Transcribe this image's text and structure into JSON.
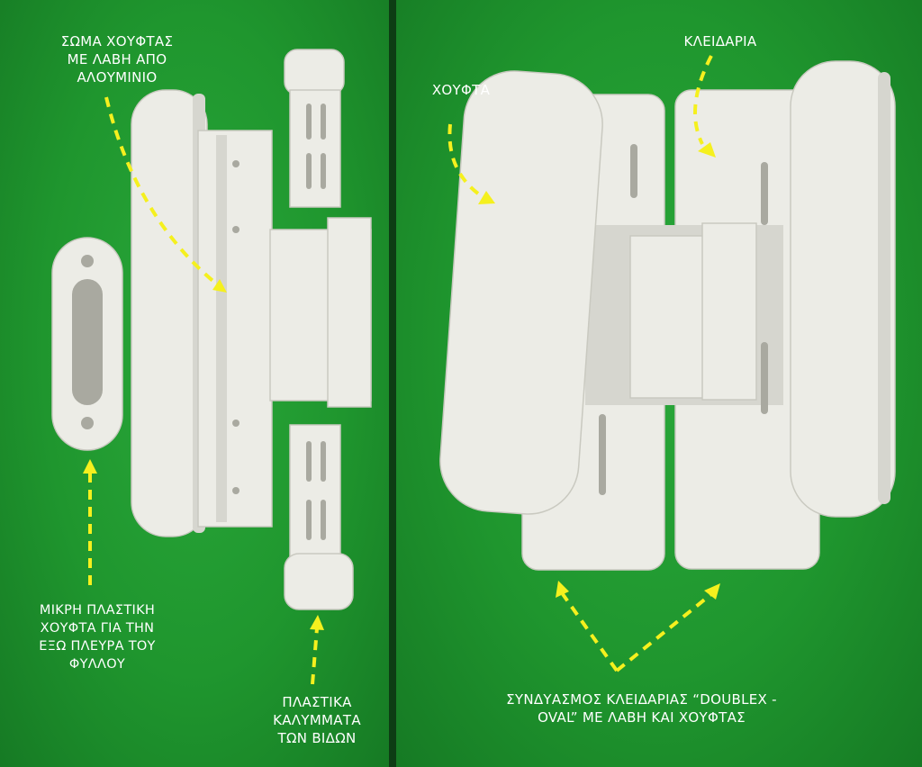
{
  "labels": {
    "body_handle": [
      "ΣΩΜΑ ΧΟΥΦΤΑΣ",
      "ΜΕ ΛΑΒΗ ΑΠΟ",
      "ΑΛΟΥΜΙΝΙΟ"
    ],
    "small_grip": [
      "ΜΙΚΡΗ ΠΛΑΣΤΙΚΗ",
      "ΧΟΥΦΤΑ ΓΙΑ ΤΗΝ",
      "ΕΞΩ ΠΛΕΥΡΑ ΤΟΥ",
      "ΦΥΛΛΟΥ"
    ],
    "screw_covers": [
      "ΠΛΑΣΤΙΚΑ",
      "ΚΑΛΥΜΜΑΤΑ",
      "ΤΩΝ ΒΙΔΩΝ"
    ],
    "grip": "ΧΟΥΦΤΑ",
    "lock": "ΚΛΕΙΔΑΡΙΑ",
    "combo": [
      "ΣΥΝΔΥΑΣΜΟΣ ΚΛΕΙΔΑΡΙΑΣ “DOUBLEX -",
      "OVAL” ΜΕ ΛΑΒΗ ΚΑΙ ΧΟΥΦΤΑΣ"
    ]
  },
  "colors": {
    "background": "#1f962e",
    "arrow": "#f5f01e",
    "part": "#ecece6"
  }
}
